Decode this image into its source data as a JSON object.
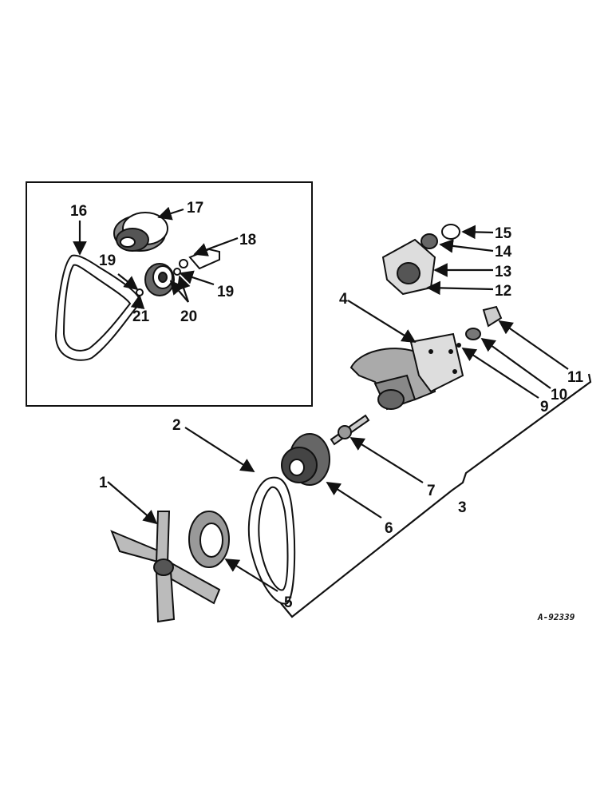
{
  "drawing_ref": "A-92339",
  "callouts": {
    "c1": "1",
    "c2": "2",
    "c3": "3",
    "c4": "4",
    "c5": "5",
    "c6": "6",
    "c7": "7",
    "c9": "9",
    "c10": "10",
    "c11": "11",
    "c12": "12",
    "c13": "13",
    "c14": "14",
    "c15": "15",
    "c16": "16",
    "c17": "17",
    "c18": "18",
    "c19a": "19",
    "c19b": "19",
    "c20": "20",
    "c21": "21"
  },
  "colors": {
    "ink": "#111111",
    "paper": "#ffffff",
    "shade": "#777777"
  }
}
